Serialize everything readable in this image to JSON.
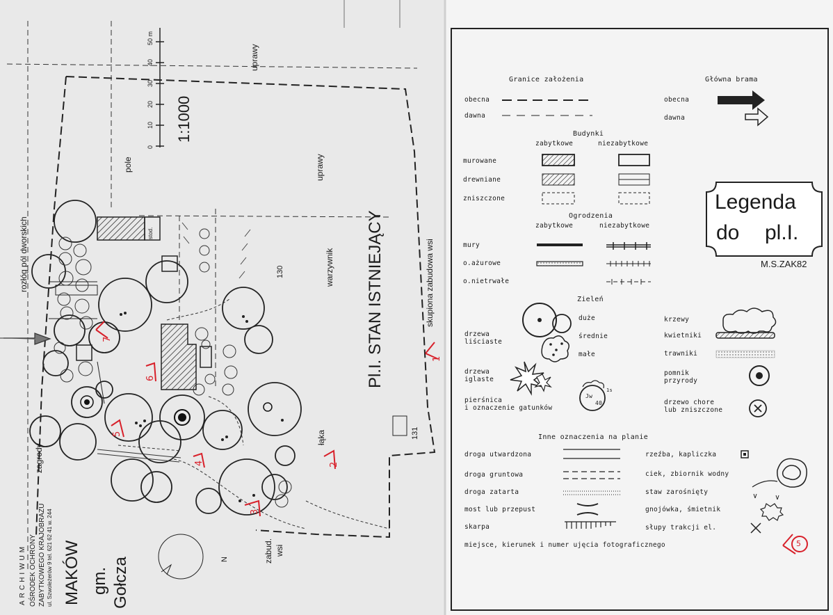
{
  "map": {
    "title_place": "MAKÓW",
    "title_gm": "gm.",
    "title_commune": "Gołcza",
    "archive": {
      "line1": "ARCHIWUM",
      "line2": "OŚRODEK OCHRONY",
      "line3": "ZABYTKOWEGO KRAJOBRAZU",
      "line4": "ul. Szwoleżerów 9 tel. 621 62 41 w. 244"
    },
    "plan_title": "Pl.I. STAN ISTNIEJĄCY",
    "scale_label": "1:1000",
    "scale_ticks": [
      "0",
      "10",
      "20",
      "30",
      "40",
      "50 m"
    ],
    "north": "N",
    "area_labels": {
      "uprawy_top": "uprawy",
      "pole": "pole",
      "uprawy_mid": "uprawy",
      "rozlog": "rozłóg pól dworskich",
      "zabudowa_right": "skupiona zabudowa wsi",
      "warzywnik": "warzywnik",
      "num130": "130",
      "num131": "131",
      "laka": "łąka",
      "zagrody": "zagrody",
      "zabud_wsi_1": "zabud.",
      "zabud_wsi_2": "wsi",
      "stodola": "stod."
    },
    "photo_points": [
      "1",
      "2",
      "3",
      "4",
      "5",
      "6",
      "7"
    ]
  },
  "legend": {
    "granice": {
      "heading": "Granice założenia",
      "obecna": "obecna",
      "dawna": "dawna"
    },
    "brama": {
      "heading": "Główna brama",
      "obecna": "obecna",
      "dawna": "dawna"
    },
    "budynki": {
      "heading": "Budynki",
      "col1": "zabytkowe",
      "col2": "niezabytkowe",
      "rows": [
        "murowane",
        "drewniane",
        "zniszczone"
      ]
    },
    "box": {
      "line1": "Legenda",
      "line2": "do",
      "line3": "pl.I.",
      "author": "M.S.ZAK82"
    },
    "ogrodzenia": {
      "heading": "Ogrodzenia",
      "col1": "zabytkowe",
      "col2": "niezabytkowe",
      "rows": [
        "mury",
        "o.ażurowe",
        "o.nietrwałe"
      ]
    },
    "zielen": {
      "heading": "Zieleń",
      "drzewa_lisciaste_1": "drzewa",
      "drzewa_lisciaste_2": "liściaste",
      "duze": "duże",
      "srednie": "średnie",
      "male": "małe",
      "krzewy": "krzewy",
      "kwietniki": "kwietniki",
      "trawniki": "trawniki",
      "drzewa_iglaste_1": "drzewa",
      "drzewa_iglaste_2": "iglaste",
      "pomnik_1": "pomnik",
      "pomnik_2": "przyrody",
      "piersnica_1": "pierśnica",
      "piersnica_2": "i oznaczenie gatunków",
      "chore_1": "drzewo chore",
      "chore_2": "lub zniszczone",
      "tree_code": "Jw",
      "tree_size": "40",
      "tree_count": "1s"
    },
    "inne": {
      "heading": "Inne oznaczenia na planie",
      "droga_utwardzona": "droga utwardzona",
      "droga_gruntowa": "droga gruntowa",
      "droga_zatarta": "droga zatarta",
      "most": "most lub przepust",
      "skarpa": "skarpa",
      "rzezba": "rzeźba, kapliczka",
      "ciek": "ciek, zbiornik wodny",
      "staw": "staw zarośnięty",
      "gnojowka": "gnojówka, śmietnik",
      "slupy": "słupy trakcji el.",
      "miejsce": "miejsce, kierunek i numer ujęcia fotograficznego",
      "photo_num": "5"
    }
  }
}
